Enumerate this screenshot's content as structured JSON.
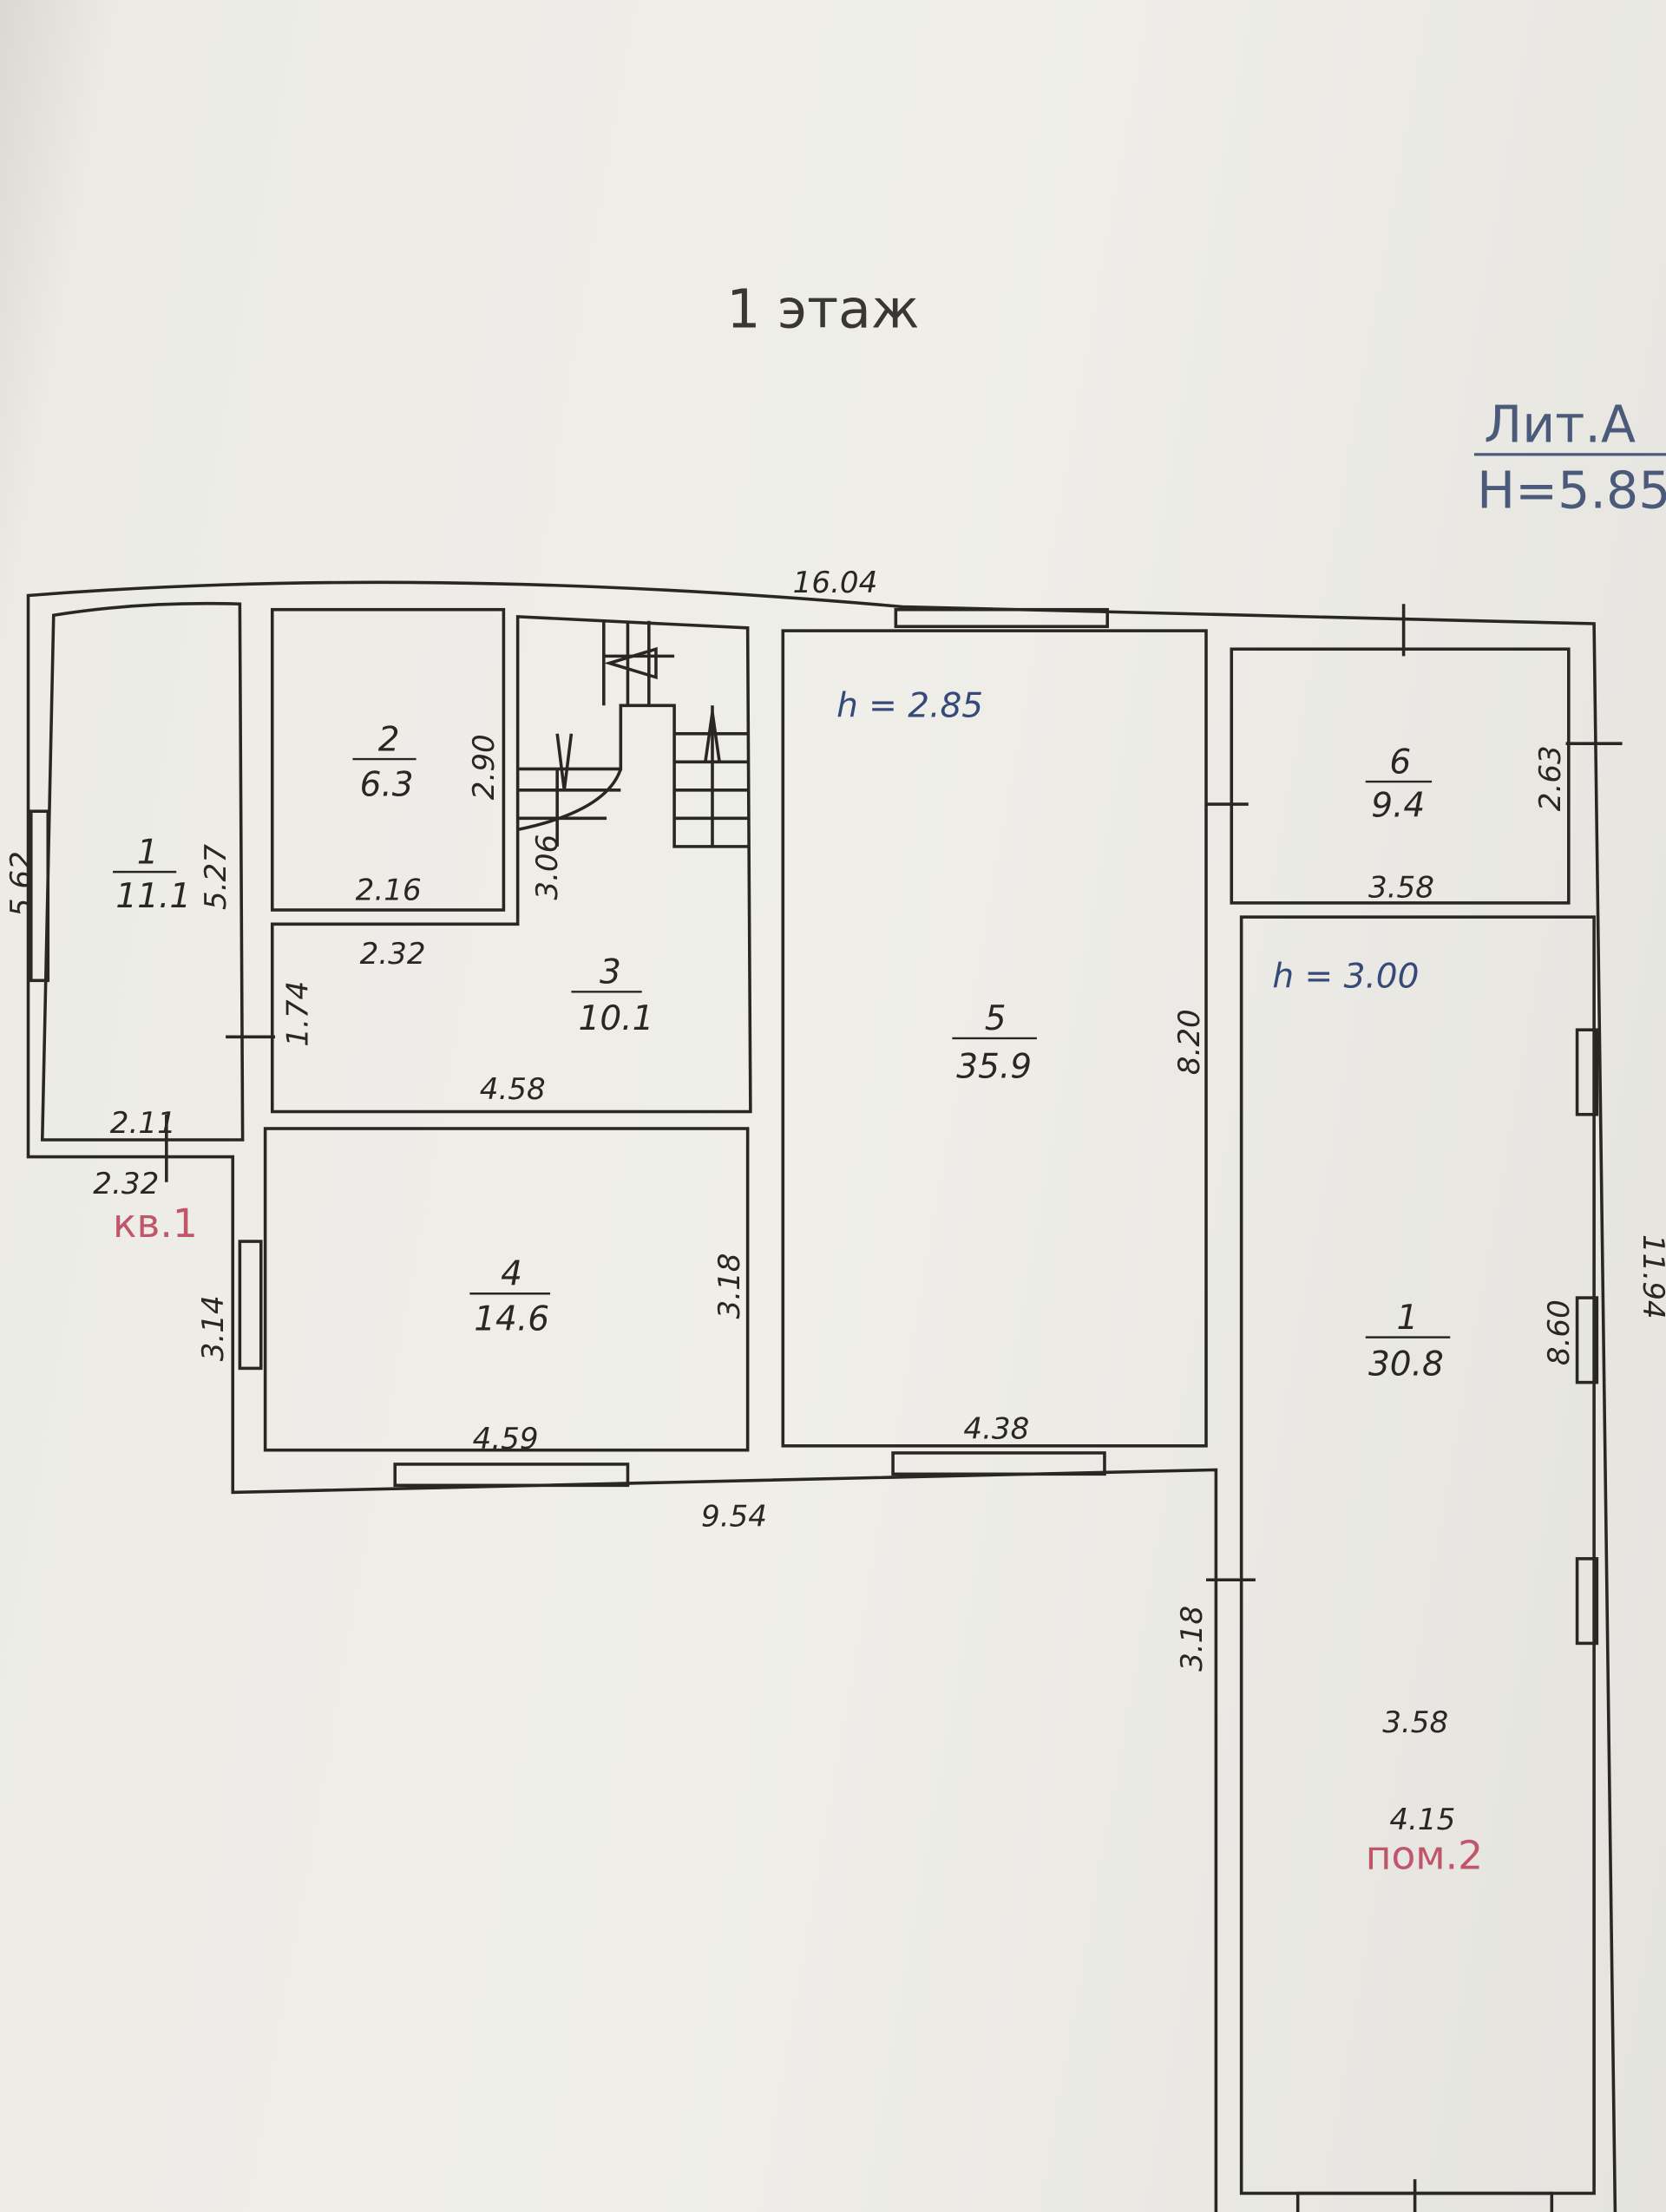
{
  "title": "1 этаж",
  "litera": {
    "name": "Лит.А",
    "height": "H=5.85"
  },
  "ceiling_heights": {
    "left_block": "h = 2.85",
    "right_block": "h = 3.00"
  },
  "unit_labels": {
    "apartment": "кв.1",
    "premises": "пом.2"
  },
  "rooms": [
    {
      "number": "1",
      "area": "11.1"
    },
    {
      "number": "2",
      "area": "6.3"
    },
    {
      "number": "3",
      "area": "10.1"
    },
    {
      "number": "4",
      "area": "14.6"
    },
    {
      "number": "5",
      "area": "35.9"
    },
    {
      "number": "6",
      "area": "9.4"
    },
    {
      "number": "1",
      "area": "30.8"
    }
  ],
  "dimensions": {
    "top_total": "16.04",
    "left_outer": "5.62",
    "room1_height": "5.27",
    "room1_width": "2.11",
    "room1_outer_width": "2.32",
    "room2_height": "2.90",
    "room2_width": "2.16",
    "stair_height": "3.06",
    "room3_upper_width": "2.32",
    "room3_height": "1.74",
    "room3_width": "4.58",
    "room4_left": "3.14",
    "room4_height": "3.18",
    "room4_width": "4.59",
    "room5_width": "4.38",
    "room5_height": "8.20",
    "bottom_total": "9.54",
    "room6_height": "2.63",
    "room6_width": "3.58",
    "right_total": "11.94",
    "room1r_height": "8.60",
    "room1r_lower": "3.18",
    "room1r_width": "3.58",
    "room1r_outer_width": "4.15"
  }
}
